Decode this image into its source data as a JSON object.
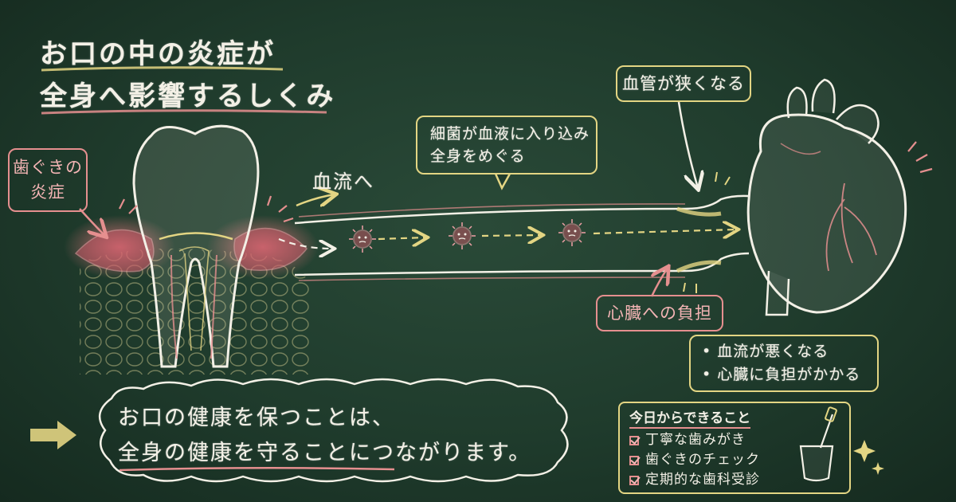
{
  "title": {
    "line1": "お口の中の炎症が",
    "line2": "全身へ影響するしくみ"
  },
  "labels": {
    "gum_line1": "歯ぐきの",
    "gum_line2": "炎症",
    "blood_flow": "血流へ",
    "bacteria_line1": "細菌が血液に入り込み",
    "bacteria_line2": "全身をめぐる",
    "vessel_narrow": "血管が狭くなる",
    "heart_burden": "心臓への負担"
  },
  "effects": [
    "• 血流が悪くなる",
    "• 心臓に負担がかかる"
  ],
  "slogan": {
    "line1": "お口の健康を保つことは、",
    "line2": "全身の健康を守ることにつながります。"
  },
  "today": {
    "title": "今日からできること",
    "items": [
      "丁寧な歯みがき",
      "歯ぐきのチェック",
      "定期的な歯科受診"
    ]
  },
  "colors": {
    "chalkboard": "#1f3b2c",
    "chalk_white": "#f3f0e6",
    "chalk_yellow": "#e3d583",
    "chalk_pink": "#e58f8f"
  }
}
